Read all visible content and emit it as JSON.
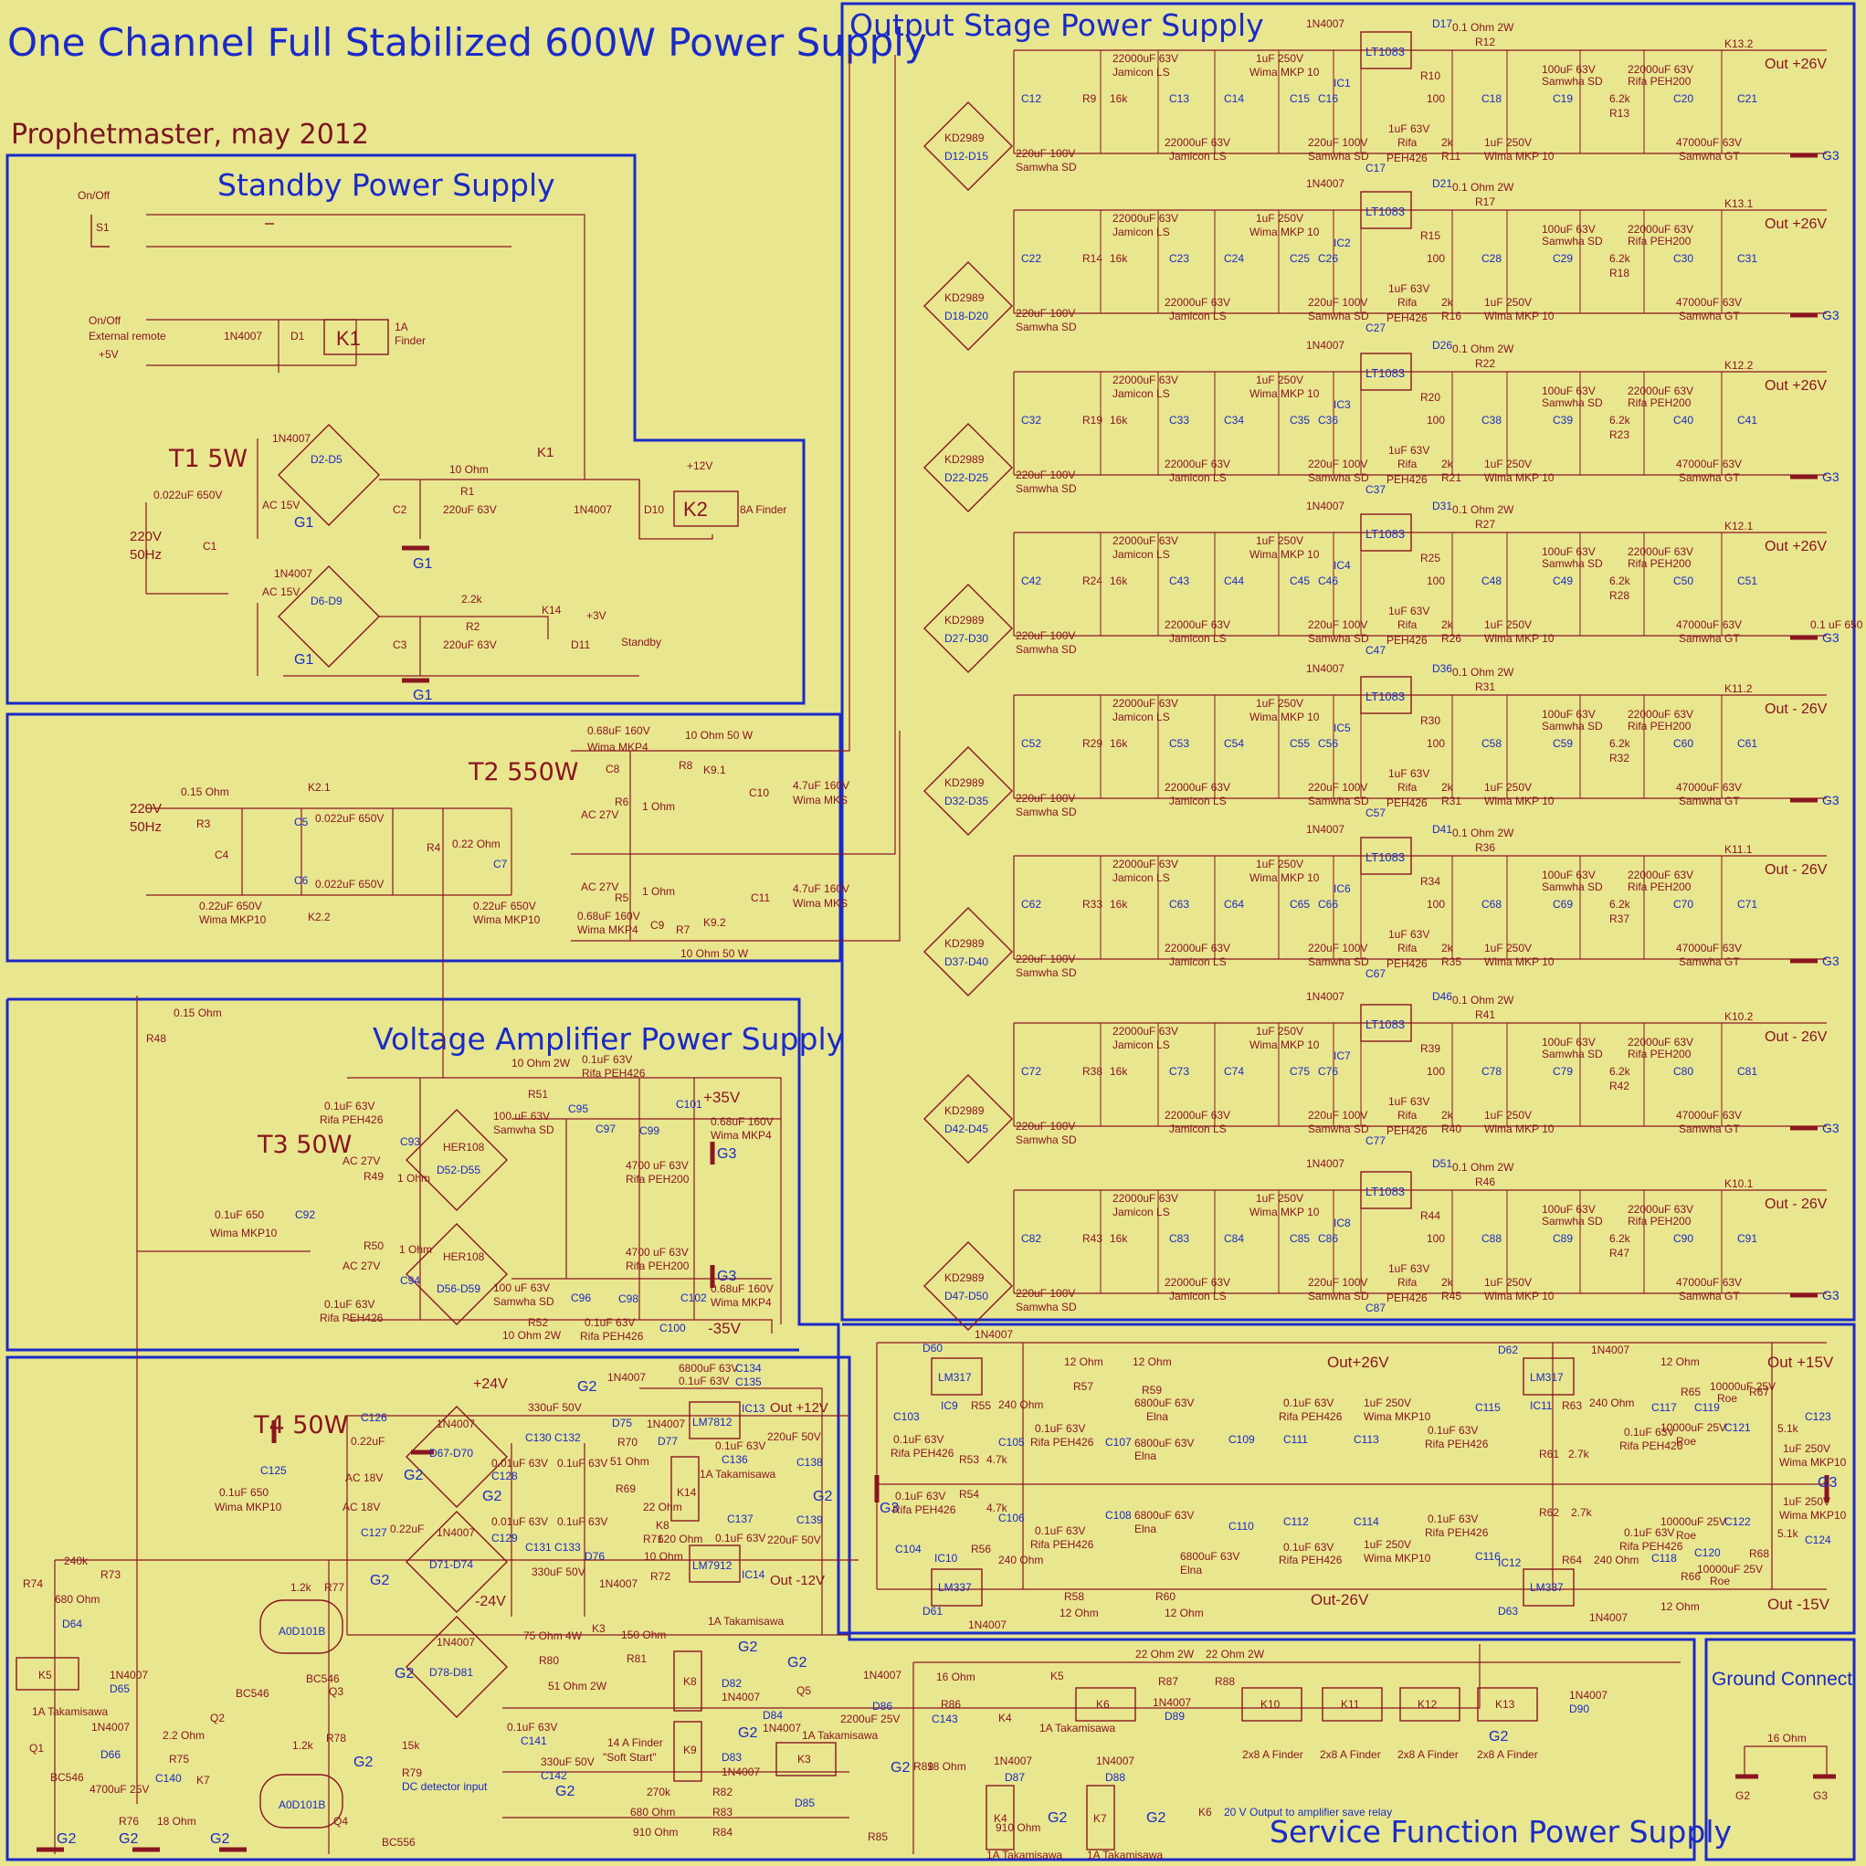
{
  "title": "One Channel  Full Stabilized 600W Power Supply",
  "author": "Prophetmaster, may 2012",
  "sections": {
    "standby": "Standby Power Supply",
    "output": "Output Stage Power Supply",
    "voltage_amp": "Voltage Amplifier Power Supply",
    "service": "Service Function Power Supply",
    "ground": "Ground Connect"
  },
  "transformers": {
    "t1": "T1 5W",
    "t2": "T2 550W",
    "t3": "T3 50W",
    "t4": "T4 50W"
  },
  "mains": {
    "voltage": "220V",
    "freq": "50Hz"
  },
  "standby": {
    "s1": "S1",
    "onoff": "On/Off",
    "onoff_ext": "On/Off",
    "ext_remote": "External remote",
    "plus5": "+5V",
    "d1": "D1",
    "k1": "K1",
    "k1_desc": "1A",
    "k1_desc2": "Finder",
    "k1_switch": "K1",
    "k2": "K2",
    "k2_desc": "8A Finder",
    "d10": "D10",
    "plus12": "+12V",
    "d2_5": "D2-D5",
    "d6_9": "D6-D9",
    "ac15": "AC 15V",
    "ac15b": "AC 15V",
    "c1": "C1",
    "c1_val": "0.022uF 650V",
    "c2": "C2",
    "c2_val": "220uF 63V",
    "c3": "C3",
    "c3_val": "220uF 63V",
    "r1": "R1",
    "r1_val": "10 Ohm",
    "r2": "R2",
    "r2_val": "2.2k",
    "k14": "K14",
    "plus3": "+3V",
    "d11": "D11",
    "standby_label": "Standby",
    "g1": "G1",
    "n4007": "1N4007"
  },
  "t2": {
    "r3": "R3",
    "r3_val": "0.15 Ohm",
    "c4": "C4",
    "c4_val": "0.22uF 650V",
    "c4_sub": "Wima MKP10",
    "c5": "C5",
    "c5_val": "0.022uF 650V",
    "c6": "C6",
    "c6_val": "0.022uF 650V",
    "k21": "K2.1",
    "k22": "K2.2",
    "r4": "R4",
    "r4_val": "0.22 Ohm",
    "c7": "C7",
    "c7_val": "0.22uF 650V",
    "c7_sub": "Wima MKP10",
    "ac27a": "AC 27V",
    "ac27b": "AC 27V",
    "c8": "C8",
    "c8_val": "0.68uF 160V",
    "c8_sub": "Wima MKP4",
    "c9": "C9",
    "c9_val": "0.68uF 160V",
    "c9_sub": "Wima MKP4",
    "r5": "R5",
    "r6": "R6",
    "r5_val": "1 Ohm",
    "r6_val": "1 Ohm",
    "r7": "R7",
    "r8": "R8",
    "r7_val": "10 Ohm 50 W",
    "r8_val": "10 Ohm 50 W",
    "k91": "K9.1",
    "k92": "K9.2",
    "c10": "C10",
    "c11": "C11",
    "c10_val": "4.7uF 160V",
    "c10_sub": "Wima MKS",
    "c11_val": "4.7uF 160V",
    "c11_sub": "Wima MKS",
    "r48": "R48",
    "r48_val": "0.15 Ohm"
  },
  "output_rails": [
    {
      "caps": [
        "C12",
        "C13",
        "C14",
        "C15",
        "C16",
        "C17",
        "C18",
        "C19",
        "C20",
        "C21"
      ],
      "r": [
        "R9",
        "R10",
        "R11",
        "R12",
        "R13"
      ],
      "ic": "IC1",
      "d": "D17",
      "bridge": "D12-D15",
      "k": "K13.2",
      "out": "Out +26V"
    },
    {
      "caps": [
        "C22",
        "C23",
        "C24",
        "C25",
        "C26",
        "C27",
        "C28",
        "C29",
        "C30",
        "C31"
      ],
      "r": [
        "R14",
        "R15",
        "R16",
        "R17",
        "R18"
      ],
      "ic": "IC2",
      "d": "D21",
      "bridge": "D18-D20",
      "k": "K13.1",
      "out": "Out +26V"
    },
    {
      "caps": [
        "C32",
        "C33",
        "C34",
        "C35",
        "C36",
        "C37",
        "C38",
        "C39",
        "C40",
        "C41"
      ],
      "r": [
        "R19",
        "R20",
        "R21",
        "R22",
        "R23"
      ],
      "ic": "IC3",
      "d": "D26",
      "bridge": "D22-D25",
      "k": "K12.2",
      "out": "Out +26V"
    },
    {
      "caps": [
        "C42",
        "C43",
        "C44",
        "C45",
        "C46",
        "C47",
        "C48",
        "C49",
        "C50",
        "C51"
      ],
      "r": [
        "R24",
        "R25",
        "R26",
        "R27",
        "R28"
      ],
      "ic": "IC4",
      "d": "D31",
      "bridge": "D27-D30",
      "k": "K12.1",
      "out": "Out +26V"
    },
    {
      "caps": [
        "C52",
        "C53",
        "C54",
        "C55",
        "C56",
        "C57",
        "C58",
        "C59",
        "C60",
        "C61"
      ],
      "r": [
        "R29",
        "R30",
        "R31",
        "R31",
        "R32"
      ],
      "ic": "IC5",
      "d": "D36",
      "bridge": "D32-D35",
      "k": "K11.2",
      "out": "Out - 26V"
    },
    {
      "caps": [
        "C62",
        "C63",
        "C64",
        "C65",
        "C66",
        "C67",
        "C68",
        "C69",
        "C70",
        "C71"
      ],
      "r": [
        "R33",
        "R34",
        "R35",
        "R36",
        "R37"
      ],
      "ic": "IC6",
      "d": "D41",
      "bridge": "D37-D40",
      "k": "K11.1",
      "out": "Out - 26V"
    },
    {
      "caps": [
        "C72",
        "C73",
        "C74",
        "C75",
        "C76",
        "C77",
        "C78",
        "C79",
        "C80",
        "C81"
      ],
      "r": [
        "R38",
        "R39",
        "R40",
        "R41",
        "R42"
      ],
      "ic": "IC7",
      "d": "D46",
      "bridge": "D42-D45",
      "k": "K10.2",
      "out": "Out - 26V"
    },
    {
      "caps": [
        "C82",
        "C83",
        "C84",
        "C85",
        "C86",
        "C87",
        "C88",
        "C89",
        "C90",
        "C91"
      ],
      "r": [
        "R43",
        "R44",
        "R45",
        "R46",
        "R47"
      ],
      "ic": "IC8",
      "d": "D51",
      "bridge": "D47-D50",
      "k": "K10.1",
      "out": "Out - 26V"
    }
  ],
  "output_common": {
    "lt": "LT1083",
    "kd": "KD2989",
    "n4007": "1N4007",
    "g3": "G3",
    "cap1": "220uF 100V",
    "cap1s": "Samwha SD",
    "cap2": "22000uF 63V",
    "cap2s": "Jamicon LS",
    "cap3": "1uF 250V",
    "cap3s": "Wima MKP 10",
    "cap4": "1uF 63V",
    "cap4s": "Rifa",
    "cap4t": "PEH426",
    "cap5": "100uF 63V",
    "cap5s": "Samwha SD",
    "cap6": "22000uF 63V",
    "cap6s": "Rifa PEH200",
    "cap7": "47000uF 63V",
    "cap7s": "Samwha GT",
    "r16k": "16k",
    "r100": "100",
    "r2k": "2k",
    "r62": "6.2k",
    "r01": "0.1 Ohm 2W",
    "side_note": "0.1 uF 650"
  },
  "voltage_amp": {
    "c92": "C92",
    "c92_val": "0.1uF 650",
    "c92_sub": "Wima MKP10",
    "c93": "C93",
    "c93_val": "0.1uF 63V",
    "c93_sub": "Rifa PEH426",
    "c94": "C94",
    "c94_val": "0.1uF 63V",
    "c94_sub": "Rifa PEH426",
    "ac27a": "AC 27V",
    "ac27b": "AC 27V",
    "r49": "R49",
    "r50": "R50",
    "r49_val": "1 Ohm",
    "r50_val": "1 Ohm",
    "her": "HER108",
    "d52": "D52-D55",
    "d56": "D56-D59",
    "r51": "R51",
    "r51_val": "10 Ohm 2W",
    "r52": "R52",
    "r52_val": "10 Ohm 2W",
    "c95": "C95",
    "c96": "C96",
    "c97": "C97",
    "c98": "C98",
    "c99": "C99",
    "c100": "C100",
    "c101": "C101",
    "c102": "C102",
    "c95_val": "100 uF 63V",
    "c95_sub": "Samwha SD",
    "c96_val": "100 uF 63V",
    "c96_sub": "Samwha SD",
    "c97_val": "0.1uF 63V",
    "c97_sub": "Rifa PEH426",
    "c98_val": "0.1uF 63V",
    "c98_sub": "Rifa PEH426",
    "c99_val": "4700 uF 63V",
    "c99_sub": "Rifa PEH200",
    "c100_val": "4700 uF 63V",
    "c100_sub": "Rifa PEH200",
    "c101_val": "0.68uF 160V",
    "c101_sub": "Wima MKP4",
    "c102_val": "0.68uF 160V",
    "c102_sub": "Wima MKP4",
    "p35": "+35V",
    "n35": "-35V",
    "g3": "G3"
  },
  "t4": {
    "c125": "C125",
    "c125_val": "0.1uF 650",
    "c125_sub": "Wima MKP10",
    "c126": "C126",
    "c126_val": "0.22uF",
    "c127": "C127",
    "c127_val": "0.22uF",
    "ac18a": "AC 18V",
    "ac18b": "AC 18V",
    "n4007": "1N4007",
    "d67": "D67-D70",
    "d71": "D71-D74",
    "d78": "D78-D81",
    "p24": "+24V",
    "n24": "-24V",
    "n24b": "-24V",
    "g2": "G2",
    "c128": "C128",
    "c129": "C129",
    "c130": "C130",
    "c131": "C131",
    "c132": "C132",
    "c133": "C133",
    "c134": "C134",
    "c135": "C135",
    "c136": "C136",
    "c137": "C137",
    "c138": "C138",
    "c139": "C139",
    "v330": "330uF 50V",
    "v001": "0.01uF 63V",
    "v01": "0.1uF 63V",
    "v220": "220uF 50V",
    "v6800": "6800uF 63V",
    "v01b": "0.1uF 63V",
    "lm7812": "LM7812",
    "lm7912": "LM7912",
    "ic13": "IC13",
    "ic14": "IC14",
    "p12": "Out +12V",
    "n12": "Out -12V",
    "d75": "D75",
    "d76": "D76",
    "d77": "D77",
    "r69": "R69",
    "r70": "R70",
    "r71": "R71",
    "r72": "R72",
    "r69_val": "22 Ohm",
    "r70_val": "51 Ohm",
    "r71_val": "620 Ohm",
    "r72_val": "10 Ohm",
    "k14": "K14",
    "k14_desc": "1A Takamisawa",
    "k8": "K8",
    "r73": "R73",
    "r73_val": "240k",
    "r74": "R74",
    "r74_val": "680 Ohm",
    "d64": "D64",
    "k5": "K5",
    "k5_desc": "1A Takamisawa",
    "d65": "D65",
    "d66": "D66",
    "q1": "Q1",
    "q1_type": "BC546",
    "q2": "Q2",
    "q2_type": "BC546",
    "q3": "Q3",
    "q3_type": "BC546",
    "q4": "Q4",
    "q4_type": "BC556",
    "r75": "R75",
    "r75_val": "2.2 Ohm",
    "c140": "C140",
    "c140_val": "4700uF 25V",
    "k7": "K7",
    "r76": "R76",
    "r76_val": "18 Ohm",
    "r77": "R77",
    "r77_val": "1.2k",
    "r78": "R78",
    "r78_val": "1.2k",
    "opto": "A0D101B",
    "r79": "R79",
    "r79_val": "15k",
    "dc": "DC detector input"
  },
  "reg": {
    "lm317": "LM317",
    "lm337": "LM337",
    "ic9": "IC9",
    "ic10": "IC10",
    "ic11": "IC11",
    "ic12": "IC12",
    "d60": "D60",
    "d61": "D61",
    "d62": "D62",
    "d63": "D63",
    "n4007": "1N4007",
    "r53": "R53",
    "r54": "R54",
    "r55": "R55",
    "r56": "R56",
    "r57": "R57",
    "r58": "R58",
    "r59": "R59",
    "r60": "R60",
    "r61": "R61",
    "r62": "R62",
    "r63": "R63",
    "r64": "R64",
    "r65": "R65",
    "r66": "R66",
    "r67": "R67",
    "r68": "R68",
    "v47k": "4.7k",
    "v240": "240 Ohm",
    "v12": "12 Ohm",
    "v27k": "2.7k",
    "v51k": "5.1k",
    "c103": "C103",
    "c104": "C104",
    "c105": "C105",
    "c106": "C106",
    "c107": "C107",
    "c108": "C108",
    "c109": "C109",
    "c110": "C110",
    "c111": "C111",
    "c112": "C112",
    "c113": "C113",
    "c114": "C114",
    "c115": "C115",
    "c116": "C116",
    "c117": "C117",
    "c118": "C118",
    "c119": "C119",
    "c120": "C120",
    "c121": "C121",
    "c122": "C122",
    "c123": "C123",
    "c124": "C124",
    "v01": "0.1uF 63V",
    "v01s": "Rifa PEH426",
    "v6800": "6800uF 63V",
    "v6800s": "Elna",
    "v1u": "1uF 250V",
    "v1us": "Wima MKP10",
    "v10000": "10000uF 25V",
    "v10000s": "Roe",
    "p26": "Out+26V",
    "n26": "Out-26V",
    "p15": "Out +15V",
    "n15": "Out -15V",
    "g3": "G3"
  },
  "service": {
    "k3": "K3",
    "k3_desc": "1A Takamisawa",
    "r80": "R80",
    "r80_val": "75 Ohm 4W",
    "r81": "R81",
    "r81_val": "150 Ohm",
    "r80b": "51 Ohm 2W",
    "k8": "K8",
    "k8_desc": "1A Takamisawa",
    "k9": "K9",
    "k9_desc": "14 A Finder",
    "soft": "\"Soft Start\"",
    "d82": "D82",
    "d83": "D83",
    "n4007": "1N4007",
    "c141": "C141",
    "c141_val": "0.1uF 63V",
    "c142": "C142",
    "c142_val": "330uF 50V",
    "r82": "R82",
    "r82_val": "270k",
    "r83": "R83",
    "r83_val": "680 Ohm",
    "r84": "R84",
    "r84_val": "910 Ohm",
    "r85": "R85",
    "r85_val": "910 Ohm",
    "q5": "Q5",
    "d84": "D84",
    "d85": "D85",
    "d86": "D86",
    "c143": "C143",
    "c143_val": "2200uF 25V",
    "r86": "R86",
    "r86_val": "16 Ohm",
    "r89": "R89",
    "r89_val": "18 Ohm",
    "k4": "K4",
    "k4_desc": "1A Takamisawa",
    "d87": "D87",
    "k7": "K7",
    "k7_desc": "1A Takamisawa",
    "d88": "D88",
    "k5": "K5",
    "k6": "K6",
    "k6_desc": "1A Takamisawa",
    "r87": "R87",
    "r87_val": "22 Ohm 2W",
    "r88": "R88",
    "r88_val": "22 Ohm 2W",
    "d89": "D89",
    "d90": "D90",
    "k10": "K10",
    "k11": "K11",
    "k12": "K12",
    "k13": "K13",
    "k_desc": "2x8 A Finder",
    "k6_note": "K6",
    "note": "20 V Output to amplifier save relay",
    "g2": "G2"
  },
  "ground": {
    "r": "16 Ohm",
    "g2": "G2",
    "g3": "G3"
  }
}
